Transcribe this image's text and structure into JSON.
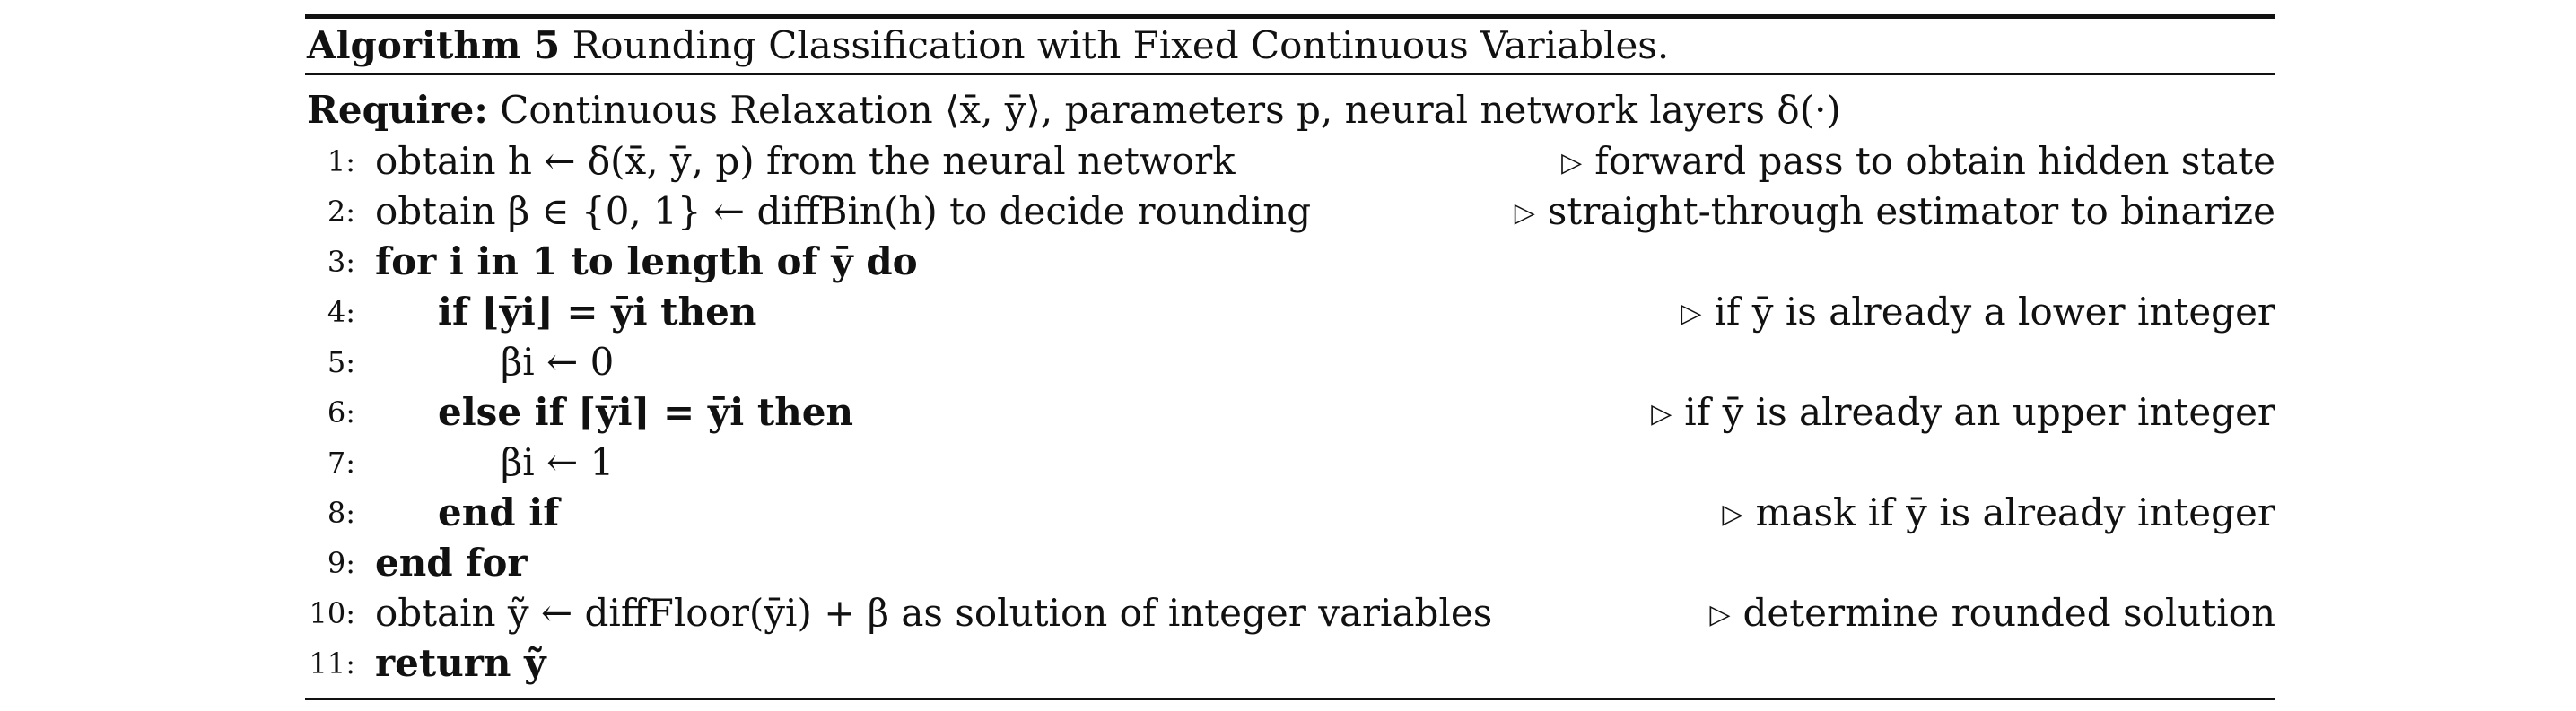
{
  "caption": {
    "label": "Algorithm 5",
    "title": "Rounding Classification with Fixed Continuous Variables."
  },
  "require": {
    "keyword": "Require:",
    "text": "Continuous Relaxation ⟨x̄, ȳ⟩, parameters p, neural network layers δ(·)"
  },
  "comment_marker": "▷",
  "lines": [
    {
      "num": "1:",
      "text": "obtain h ← δ(x̄, ȳ, p) from the neural network",
      "comment": "forward pass to obtain hidden state"
    },
    {
      "num": "2:",
      "text": "obtain β ∈ {0, 1} ← diffBin(h) to decide rounding",
      "comment": "straight-through estimator to binarize"
    },
    {
      "num": "3:",
      "text": "for i in 1 to length of ȳ do",
      "comment": ""
    },
    {
      "num": "4:",
      "text": "if ⌊ȳi⌋ = ȳi then",
      "comment": "if ȳ is already a lower integer"
    },
    {
      "num": "5:",
      "text": "βi ← 0",
      "comment": ""
    },
    {
      "num": "6:",
      "text": "else if ⌈ȳi⌉ = ȳi then",
      "comment": "if ȳ is already an upper integer"
    },
    {
      "num": "7:",
      "text": "βi ← 1",
      "comment": ""
    },
    {
      "num": "8:",
      "text": "end if",
      "comment": "mask if ȳ is already integer"
    },
    {
      "num": "9:",
      "text": "end for",
      "comment": ""
    },
    {
      "num": "10:",
      "text": "obtain ỹ ← diffFloor(ȳi) + β as solution of integer variables",
      "comment": "determine rounded solution"
    },
    {
      "num": "11:",
      "text": "return ỹ",
      "comment": ""
    }
  ]
}
